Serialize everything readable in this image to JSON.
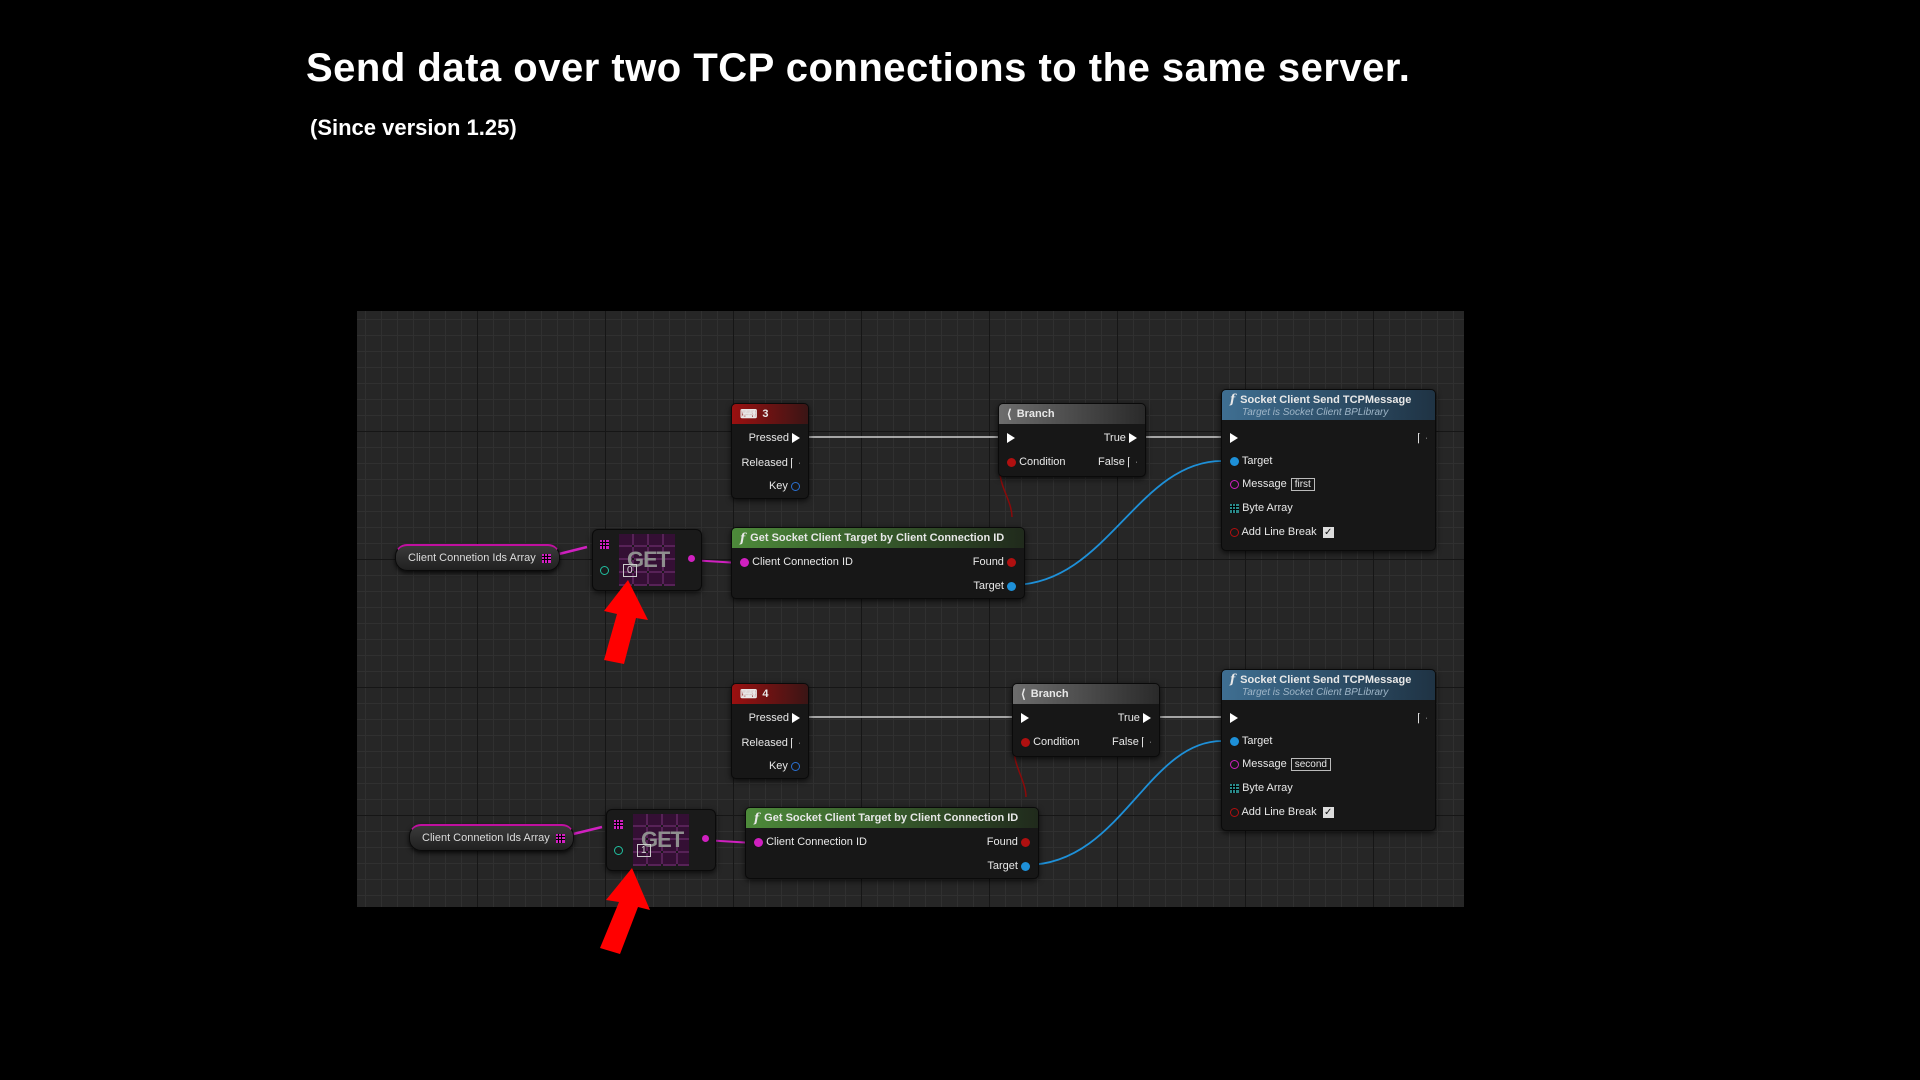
{
  "page": {
    "title": "Send data over two TCP connections to the same server.",
    "subtitle": "(Since version 1.25)"
  },
  "colors": {
    "exec_wire": "#d0d0d0",
    "object_wire": "#1e90d8",
    "array_wire": "#d020c0",
    "bool_pin": "#b01010",
    "arrow": "#ff0000"
  },
  "graphs": [
    {
      "key_event": {
        "label": "3",
        "pins": [
          "Pressed",
          "Released",
          "Key"
        ]
      },
      "branch": {
        "label": "Branch",
        "condition": "Condition",
        "true_label": "True",
        "false_label": "False"
      },
      "variable": {
        "label": "Client Connetion Ids Array"
      },
      "get": {
        "label": "GET",
        "index": "0"
      },
      "get_target": {
        "title": "Get Socket Client Target by Client Connection ID",
        "input": "Client Connection ID",
        "found": "Found",
        "target": "Target"
      },
      "send": {
        "title": "Socket Client Send TCPMessage",
        "subtitle": "Target is Socket Client BPLibrary",
        "target": "Target",
        "message_label": "Message",
        "message_value": "first",
        "byte_array": "Byte Array",
        "line_break": "Add Line Break",
        "line_break_checked": true
      }
    },
    {
      "key_event": {
        "label": "4",
        "pins": [
          "Pressed",
          "Released",
          "Key"
        ]
      },
      "branch": {
        "label": "Branch",
        "condition": "Condition",
        "true_label": "True",
        "false_label": "False"
      },
      "variable": {
        "label": "Client Connetion Ids Array"
      },
      "get": {
        "label": "GET",
        "index": "1"
      },
      "get_target": {
        "title": "Get Socket Client Target by Client Connection ID",
        "input": "Client Connection ID",
        "found": "Found",
        "target": "Target"
      },
      "send": {
        "title": "Socket Client Send TCPMessage",
        "subtitle": "Target is Socket Client BPLibrary",
        "target": "Target",
        "message_label": "Message",
        "message_value": "second",
        "byte_array": "Byte Array",
        "line_break": "Add Line Break",
        "line_break_checked": true
      }
    }
  ]
}
